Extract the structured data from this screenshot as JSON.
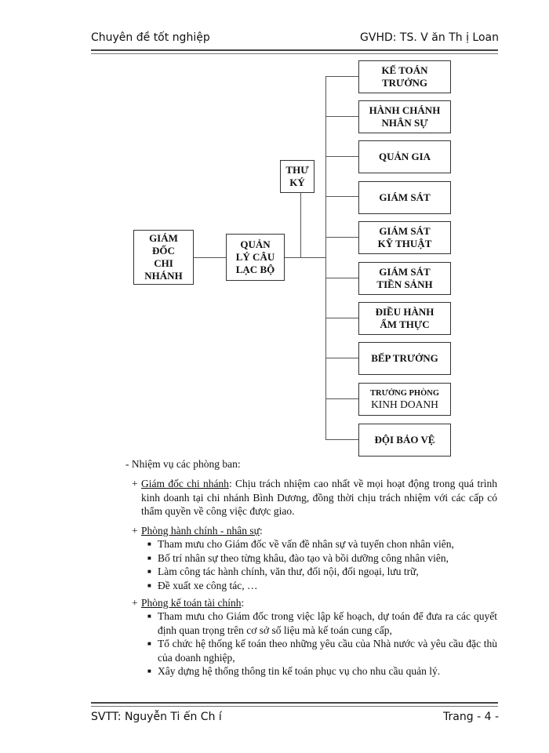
{
  "header": {
    "left": "Chuyên đề tốt nghiệp",
    "right": "GVHD: TS. V ăn Th ị Loan"
  },
  "footer": {
    "left": "SVTT: Nguyễn Ti ến Ch í",
    "right": "Trang - 4 -"
  },
  "org_chart": {
    "root": "GIÁM\nĐỐC\nCHI\nNHÁNH",
    "manager": "QUẢN\nLÝ CÂU\nLẠC BỘ",
    "secretary": "THƯ\nKÝ",
    "departments": [
      "KẾ TOÁN\nTRƯỞNG",
      "HÀNH CHÁNH\nNHÂN SỰ",
      "QUẢN GIA",
      "GIÁM SÁT",
      "GIÁM SÁT\nKỸ THUẬT",
      "GIÁM SÁT\nTIỀN SẢNH",
      "ĐIỀU HÀNH\nẨM THỰC",
      "BẾP TRƯỞNG",
      "TRƯỞNG PHÒNG",
      "ĐỘI BẢO VỆ"
    ],
    "department_9_line2": "KINH DOANH"
  },
  "body": {
    "intro": "- Nhiệm vụ các phòng ban:",
    "sections": [
      {
        "marker": "+",
        "title": "Giám đốc chi nhánh",
        "after_title": ": Chịu trách nhiệm cao nhất về mọi hoạt động trong quá trình kinh doanh tại chi nhánh Bình Dương, đồng thời chịu trách nhiệm với các cấp có thẩm quyền về công việc được giao."
      },
      {
        "marker": "+",
        "title": "Phòng hành chính - nhân sự",
        "after_title": ":",
        "bullets": [
          "Tham mưu cho Giám đốc về vấn đề nhân sự và tuyển chon nhân viên,",
          "Bố trí nhân sự theo từng khâu, đào tạo và bồi dưỡng công nhân viên,",
          "Làm công tác hành chính, văn thư, đối nội, đối ngoại, lưu trữ,",
          "Đề xuất xe công tác, …"
        ]
      },
      {
        "marker": "+",
        "title": "Phòng kế toán tài chính",
        "after_title": ":",
        "bullets": [
          "Tham mưu cho Giám đốc trong việc lập kế hoạch, dự toán để đưa ra các quyết định quan trọng trên cơ sở số liệu mà kế toán cung cấp,",
          "Tổ chức hệ thống kế toán theo những yêu cầu của Nhà nước và yêu cầu đặc thù của doanh nghiệp,",
          "Xây dựng hệ thống thông tin kế toán phục vụ cho nhu cầu quản lý."
        ]
      }
    ],
    "bullet_glyph": "■"
  }
}
